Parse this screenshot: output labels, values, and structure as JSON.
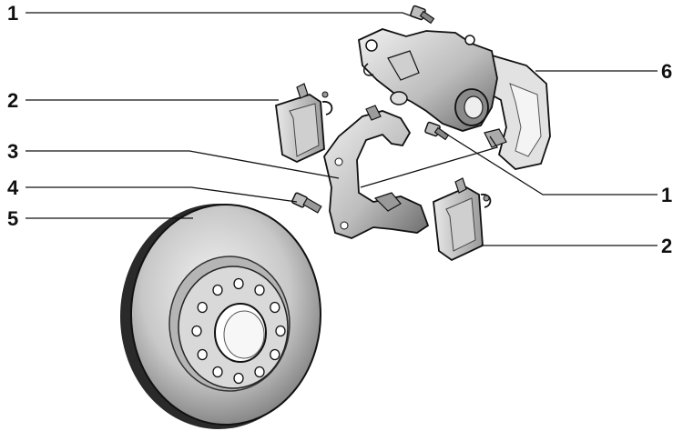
{
  "callouts": [
    {
      "id": "c1a",
      "label": "1",
      "part": "bolt-upper"
    },
    {
      "id": "c2a",
      "label": "2",
      "part": "pad-inner"
    },
    {
      "id": "c3",
      "label": "3",
      "part": "caliper-bracket"
    },
    {
      "id": "c4",
      "label": "4",
      "part": "guide-bolt"
    },
    {
      "id": "c5",
      "label": "5",
      "part": "brake-disc"
    },
    {
      "id": "c6",
      "label": "6",
      "part": "caliper-with-splash-shield"
    },
    {
      "id": "c1b",
      "label": "1",
      "part": "bolt-lower"
    },
    {
      "id": "c2b",
      "label": "2",
      "part": "pad-outer"
    }
  ],
  "colors": {
    "ink": "#111111",
    "metal_light": "#e6e6e6",
    "metal_mid": "#b9b9b9",
    "metal_dark": "#6f6f6f",
    "paper": "#ffffff"
  }
}
